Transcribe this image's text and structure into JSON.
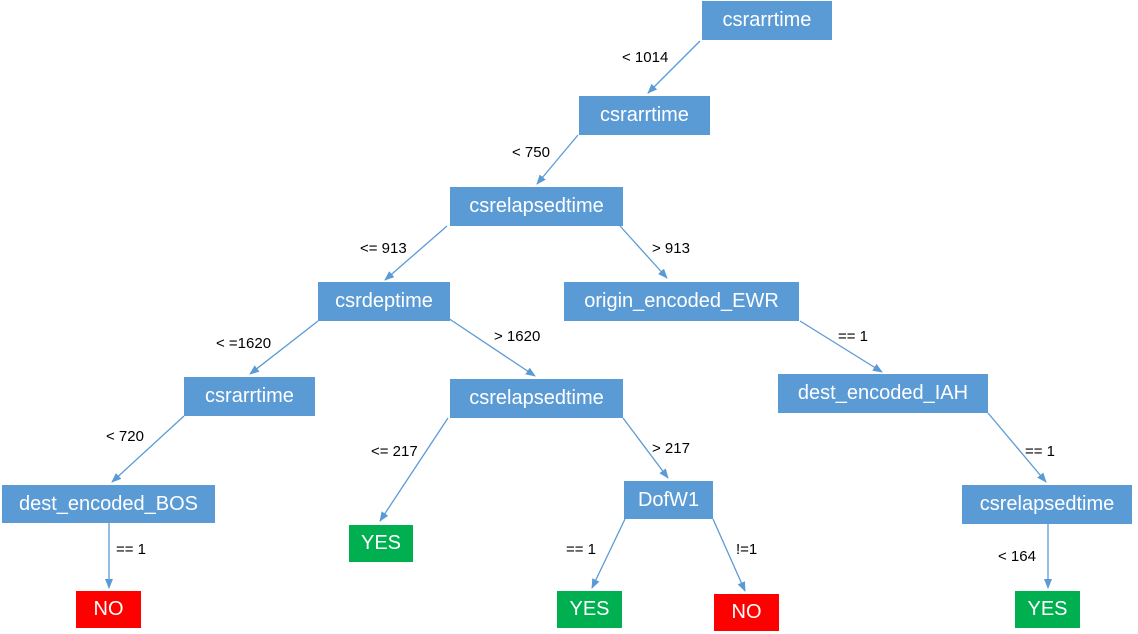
{
  "colors": {
    "split": "#5b9bd5",
    "yes": "#00b050",
    "no": "#ff0000",
    "edge": "#5b9bd5"
  },
  "nodes": [
    {
      "id": "n1",
      "label": "csrarrtime",
      "kind": "split"
    },
    {
      "id": "n2",
      "label": "csrarrtime",
      "kind": "split"
    },
    {
      "id": "n3",
      "label": "csrelapsedtime",
      "kind": "split"
    },
    {
      "id": "n4",
      "label": "csrdeptime",
      "kind": "split"
    },
    {
      "id": "n5",
      "label": "origin_encoded_EWR",
      "kind": "split"
    },
    {
      "id": "n6",
      "label": "csrarrtime",
      "kind": "split"
    },
    {
      "id": "n7",
      "label": "csrelapsedtime",
      "kind": "split"
    },
    {
      "id": "n8",
      "label": "dest_encoded_IAH",
      "kind": "split"
    },
    {
      "id": "n9",
      "label": "dest_encoded_BOS",
      "kind": "split"
    },
    {
      "id": "n10",
      "label": "YES",
      "kind": "yes"
    },
    {
      "id": "n11",
      "label": "DofW1",
      "kind": "split"
    },
    {
      "id": "n12",
      "label": "csrelapsedtime",
      "kind": "split"
    },
    {
      "id": "n13",
      "label": "NO",
      "kind": "no"
    },
    {
      "id": "n14",
      "label": "YES",
      "kind": "yes"
    },
    {
      "id": "n15",
      "label": "NO",
      "kind": "no"
    },
    {
      "id": "n16",
      "label": "YES",
      "kind": "yes"
    }
  ],
  "edges": [
    {
      "from": "n1",
      "to": "n2",
      "label": "< 1014"
    },
    {
      "from": "n2",
      "to": "n3",
      "label": "< 750"
    },
    {
      "from": "n3",
      "to": "n4",
      "label": "<= 913"
    },
    {
      "from": "n3",
      "to": "n5",
      "label": "> 913"
    },
    {
      "from": "n4",
      "to": "n6",
      "label": "< =1620"
    },
    {
      "from": "n4",
      "to": "n7",
      "label": "> 1620"
    },
    {
      "from": "n5",
      "to": "n8",
      "label": "== 1"
    },
    {
      "from": "n6",
      "to": "n9",
      "label": "< 720"
    },
    {
      "from": "n7",
      "to": "n10",
      "label": "<= 217"
    },
    {
      "from": "n7",
      "to": "n11",
      "label": "> 217"
    },
    {
      "from": "n8",
      "to": "n12",
      "label": "== 1"
    },
    {
      "from": "n9",
      "to": "n13",
      "label": "== 1"
    },
    {
      "from": "n11",
      "to": "n14",
      "label": "== 1"
    },
    {
      "from": "n11",
      "to": "n15",
      "label": "!=1"
    },
    {
      "from": "n12",
      "to": "n16",
      "label": "< 164"
    }
  ]
}
